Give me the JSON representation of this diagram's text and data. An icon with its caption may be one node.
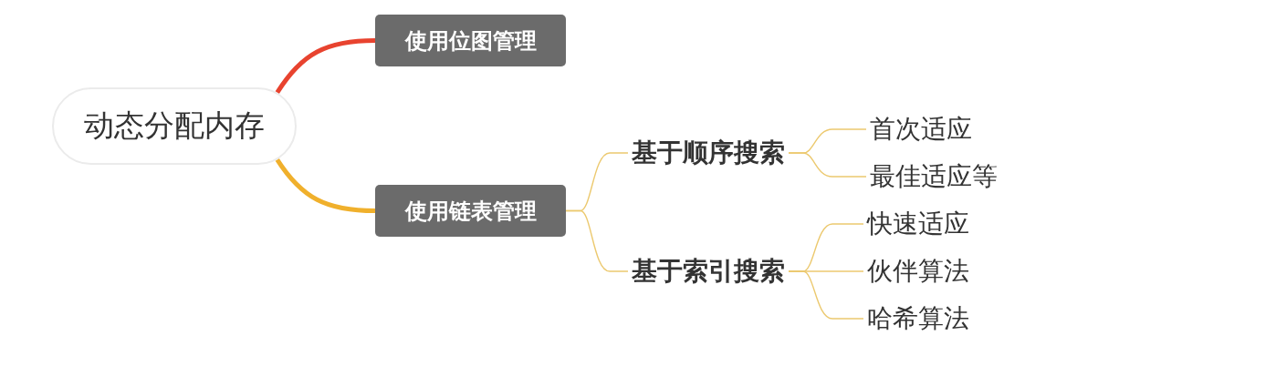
{
  "diagram": {
    "nodes": [
      {
        "text": [
          "动态分配内存"
        ]
      },
      {
        "text": [
          "使用位图管理"
        ]
      },
      {
        "text": [
          "使用链表管理"
        ]
      },
      {
        "text": [
          "基于顺序搜索"
        ]
      },
      {
        "text": [
          "基于索引搜索"
        ]
      },
      {
        "text": [
          "首次适应"
        ]
      },
      {
        "text": [
          "最佳适应等"
        ]
      },
      {
        "text": [
          "快速适应"
        ]
      },
      {
        "text": [
          "伙伴算法"
        ]
      },
      {
        "text": [
          "哈希算法"
        ]
      }
    ],
    "edges": [
      {
        "from": 0,
        "to": 1,
        "arrow": "none",
        "style": "thick",
        "color": "#e8432f"
      },
      {
        "from": 0,
        "to": 2,
        "arrow": "none",
        "style": "thick",
        "color": "#f0b02c"
      },
      {
        "from": 2,
        "to": 3,
        "arrow": "none"
      },
      {
        "from": 2,
        "to": 4,
        "arrow": "none"
      },
      {
        "from": 3,
        "to": 5,
        "arrow": "none"
      },
      {
        "from": 3,
        "to": 6,
        "arrow": "none"
      },
      {
        "from": 4,
        "to": 7,
        "arrow": "none"
      },
      {
        "from": 4,
        "to": 8,
        "arrow": "none"
      },
      {
        "from": 4,
        "to": 9,
        "arrow": "none"
      }
    ]
  }
}
